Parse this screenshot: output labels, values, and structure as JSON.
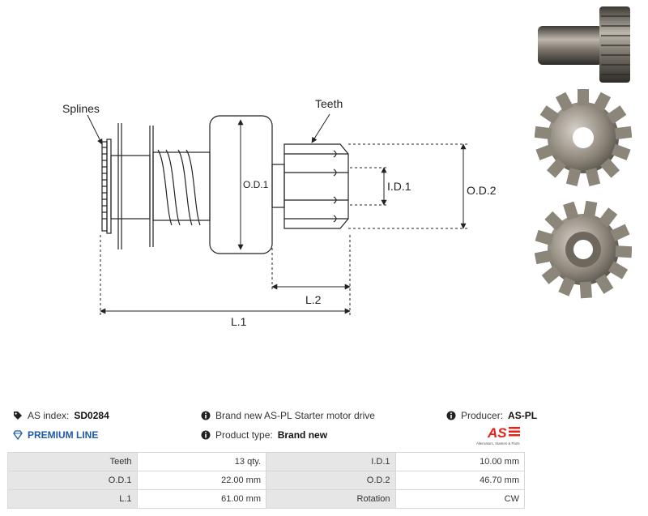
{
  "drawing": {
    "labels": {
      "splines": "Splines",
      "teeth": "Teeth",
      "od1": "O.D.1",
      "id1": "I.D.1",
      "od2": "O.D.2",
      "l2": "L.2",
      "l1": "L.1"
    }
  },
  "info": {
    "as_index_label": "AS index:",
    "as_index_value": "SD0284",
    "premium_line": "PREMIUM LINE",
    "description": "Brand new AS-PL Starter motor drive",
    "product_type_label": "Product type:",
    "product_type_value": "Brand new",
    "producer_label": "Producer:",
    "producer_value": "AS-PL",
    "logo_mark": "AS",
    "logo_tagline": "Alternators, Starters & Parts"
  },
  "specs": [
    {
      "k1": "Teeth",
      "v1": "13 qty.",
      "k2": "I.D.1",
      "v2": "10.00 mm"
    },
    {
      "k1": "O.D.1",
      "v1": "22.00 mm",
      "k2": "O.D.2",
      "v2": "46.70 mm"
    },
    {
      "k1": "L.1",
      "v1": "61.00 mm",
      "k2": "Rotation",
      "v2": "CW"
    }
  ],
  "colors": {
    "accent_blue": "#1d5aa8",
    "logo_red": "#e2231a",
    "table_key_bg": "#e6e6e6"
  },
  "icons": [
    "tag-icon",
    "diamond-icon",
    "info-icon"
  ]
}
